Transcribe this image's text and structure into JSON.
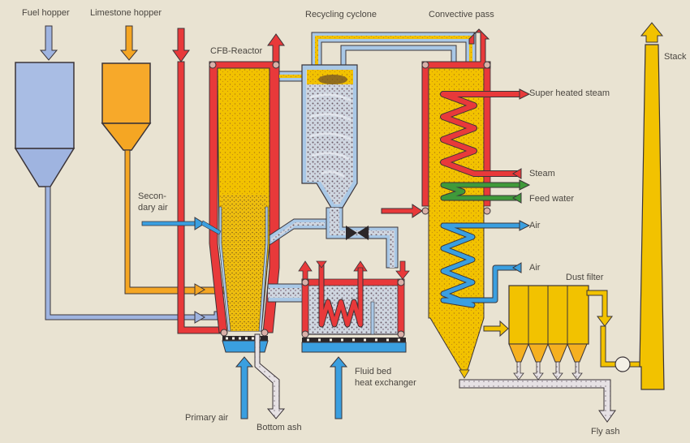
{
  "diagram": {
    "title": "Circulating fluidized bed (CFB) boiler process",
    "colors": {
      "background": "#e9e3d2",
      "fuel": "#9fb4e0",
      "limestone": "#f5a623",
      "water_steam": "#e8393a",
      "reactor_bed": "#f2c200",
      "air": "#3a9fe0",
      "feed_water": "#3f9a3a",
      "ash": "#d8d2d4",
      "outline": "#3b3438"
    },
    "labels": {
      "fuel_hopper": "Fuel hopper",
      "limestone_hopper": "Limestone hopper",
      "cfb_reactor": "CFB-Reactor",
      "recycling_cyclone": "Recycling cyclone",
      "convective_pass": "Convective pass",
      "stack": "Stack",
      "super_heated_steam": "Super heated steam",
      "steam": "Steam",
      "feed_water": "Feed water",
      "air_1": "Air",
      "air_2": "Air",
      "dust_filter": "Dust filter",
      "secondary_air_1": "Secon-",
      "secondary_air_2": "dary air",
      "fluid_bed_hx_1": "Fluid bed",
      "fluid_bed_hx_2": "heat exchanger",
      "primary_air": "Primary air",
      "bottom_ash": "Bottom ash",
      "fly_ash": "Fly ash"
    }
  }
}
